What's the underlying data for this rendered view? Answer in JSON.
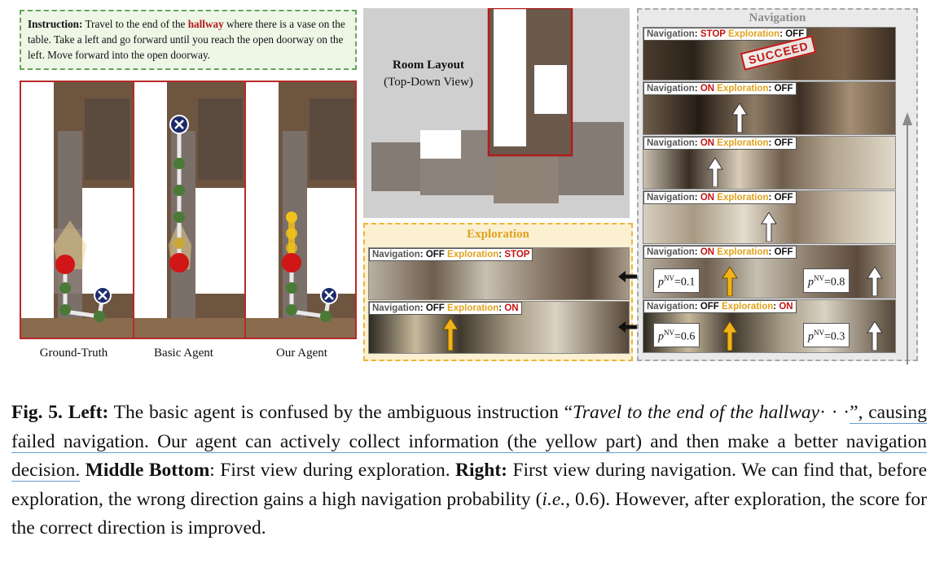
{
  "instruction": {
    "label": "Instruction:",
    "pre": "Travel to the end of the",
    "highlight": "hallway",
    "post": "where there is a vase on the table. Take a left and go forward until you reach the open doorway on the left. Move forward into the open doorway."
  },
  "map_captions": [
    "Ground-Truth",
    "Basic Agent",
    "Our Agent"
  ],
  "room_layout": {
    "title": "Room Layout",
    "subtitle": "(Top-Down View)"
  },
  "exploration": {
    "title": "Exploration",
    "rows": [
      {
        "nav_key": "Navigation",
        "nav_val": "OFF",
        "exp_key": "Exploration",
        "exp_val": "STOP"
      },
      {
        "nav_key": "Navigation",
        "nav_val": "OFF",
        "exp_key": "Exploration",
        "exp_val": "ON"
      }
    ]
  },
  "navigation": {
    "title": "Navigation",
    "succeed": "SUCCEED",
    "rows": [
      {
        "nav_key": "Navigation",
        "nav_val": "STOP",
        "exp_key": "Exploration",
        "exp_val": "OFF"
      },
      {
        "nav_key": "Navigation",
        "nav_val": "ON",
        "exp_key": "Exploration",
        "exp_val": "OFF"
      },
      {
        "nav_key": "Navigation",
        "nav_val": "ON",
        "exp_key": "Exploration",
        "exp_val": "OFF"
      },
      {
        "nav_key": "Navigation",
        "nav_val": "ON",
        "exp_key": "Exploration",
        "exp_val": "OFF"
      },
      {
        "nav_key": "Navigation",
        "nav_val": "ON",
        "exp_key": "Exploration",
        "exp_val": "OFF"
      },
      {
        "nav_key": "Navigation",
        "nav_val": "OFF",
        "exp_key": "Exploration",
        "exp_val": "ON"
      }
    ],
    "probs": [
      {
        "sym": "p",
        "sup": "NV",
        "val": "=0.1"
      },
      {
        "sym": "p",
        "sup": "NV",
        "val": "=0.8"
      },
      {
        "sym": "p",
        "sup": "NV",
        "val": "=0.6"
      },
      {
        "sym": "p",
        "sup": "NV",
        "val": "=0.3"
      }
    ]
  },
  "caption": {
    "fig": "Fig. 5.",
    "left_label": "Left:",
    "t1": "The basic agent is confused by the ambiguous instruction “",
    "quote": "Travel to the end of the hallway",
    "dots": "· · ·",
    "t2": "”, causing failed navigation. Our agent can actively collect information (the yellow part) and then make a better navigation decision.",
    "mid_label": "Middle Bottom",
    "t3": ": First view during exploration.",
    "right_label": "Right:",
    "t4": "First view during navigation. We can find that, before exploration, the wrong direction gains a high navigation probability (",
    "ie": "i.e.",
    "t5": ", 0.6). However, after exploration, the score for the correct direction is improved."
  },
  "colors": {
    "red": "#c41515",
    "yellow": "#e0a21c",
    "green": "#4a7a35",
    "navy": "#1d2b6b"
  }
}
